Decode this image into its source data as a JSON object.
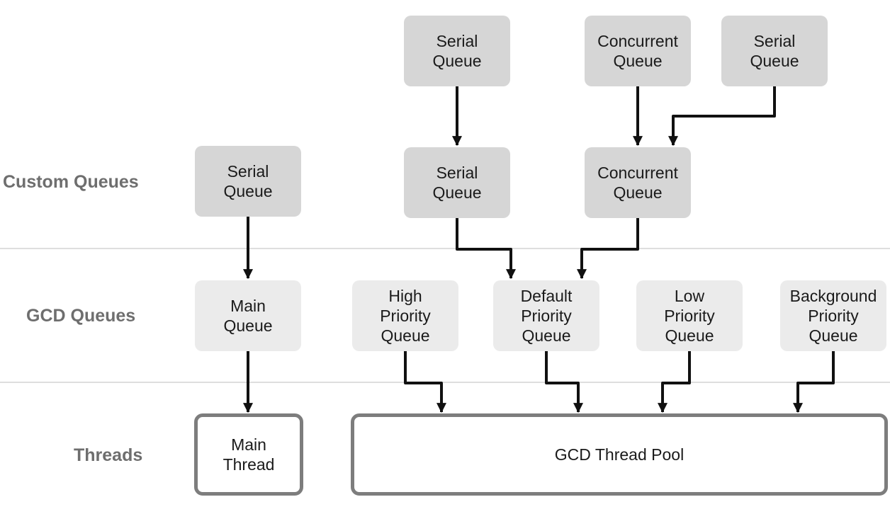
{
  "row_labels": {
    "custom": "Custom Queues",
    "gcd": "GCD Queues",
    "threads": "Threads"
  },
  "custom_queues": {
    "top_serial_1": "Serial\nQueue",
    "top_concurrent": "Concurrent\nQueue",
    "top_serial_2": "Serial\nQueue",
    "left_serial": "Serial\nQueue",
    "mid_serial": "Serial\nQueue",
    "mid_concurrent": "Concurrent\nQueue"
  },
  "gcd_queues": {
    "main": "Main\nQueue",
    "high": "High\nPriority\nQueue",
    "default": "Default\nPriority\nQueue",
    "low": "Low\nPriority\nQueue",
    "background": "Background\nPriority\nQueue"
  },
  "threads": {
    "main": "Main\nThread",
    "pool": "GCD Thread Pool"
  },
  "colors": {
    "custom_box": "#d6d6d6",
    "gcd_box": "#ebebeb",
    "thread_border": "#7d7d7d",
    "arrow": "#111111",
    "label": "#6e6e6e"
  }
}
